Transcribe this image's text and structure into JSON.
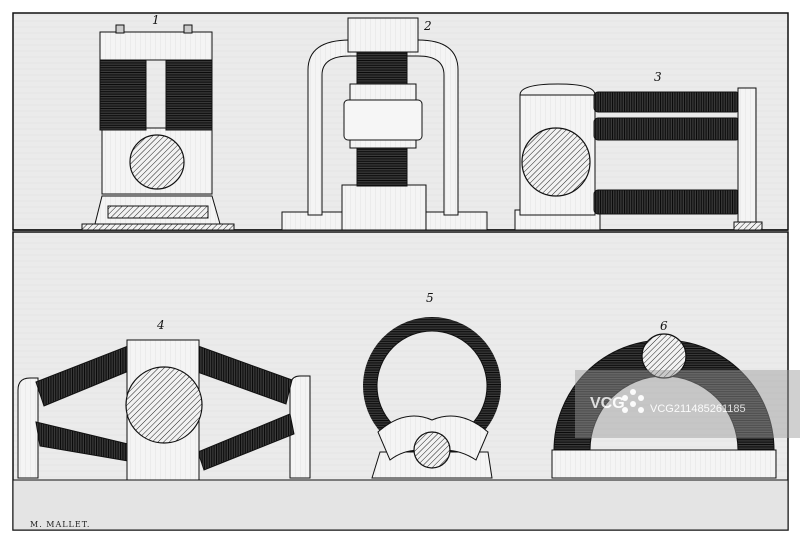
{
  "figures": [
    {
      "number": "1"
    },
    {
      "number": "2"
    },
    {
      "number": "3"
    },
    {
      "number": "4"
    },
    {
      "number": "5"
    },
    {
      "number": "6"
    }
  ],
  "signature": "M. MALLET.",
  "watermark": {
    "brand": "VCG",
    "id_text": "VCG211485261185"
  },
  "colors": {
    "background": "#ffffff",
    "paper": "#e9e9e9",
    "ink": "#111111",
    "coil": "#2a2a2a",
    "watermark": "#9a9a9a"
  }
}
